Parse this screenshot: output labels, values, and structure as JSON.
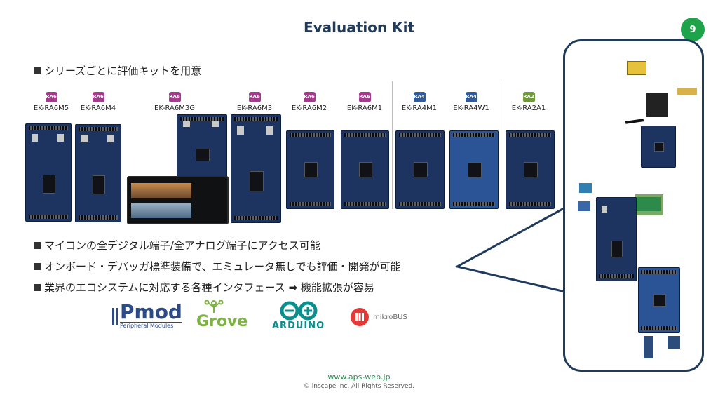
{
  "slide": {
    "title": "Evaluation Kit",
    "page_number": "9",
    "accent_color": "#1fa34a",
    "title_color": "#1f3a5a"
  },
  "bullets": [
    "シリーズごとに評価キットを用意",
    "マイコンの全デジタル端子/全アナログ端子にアクセス可能",
    "オンボード・デバッガ標準装備で、エミュレータ無しでも評価・開発が可能",
    "業界のエコシステムに対応する各種インタフェース ➡ 機能拡張が容易"
  ],
  "kits": [
    {
      "chip": "RA6",
      "name": "EK-RA6M5"
    },
    {
      "chip": "RA6",
      "name": "EK-RA6M4"
    },
    {
      "chip": "RA6",
      "name": "EK-RA6M3G"
    },
    {
      "chip": "RA6",
      "name": "EK-RA6M3"
    },
    {
      "chip": "RA6",
      "name": "EK-RA6M2"
    },
    {
      "chip": "RA6",
      "name": "EK-RA6M1"
    },
    {
      "chip": "RA4",
      "name": "EK-RA4M1"
    },
    {
      "chip": "RA4",
      "name": "EK-RA4W1"
    },
    {
      "chip": "RA2",
      "name": "EK-RA2A1"
    }
  ],
  "logos": {
    "pmod": {
      "main": "Pmod",
      "sub": "Peripheral Modules"
    },
    "grove": {
      "text": "Grove"
    },
    "arduino": {
      "text": "ARDUINO"
    },
    "mikrobus": {
      "text": "mikroBUS"
    }
  },
  "footer": {
    "url": "www.aps-web.jp",
    "copyright": "© inscape inc. All Rights Reserved."
  }
}
